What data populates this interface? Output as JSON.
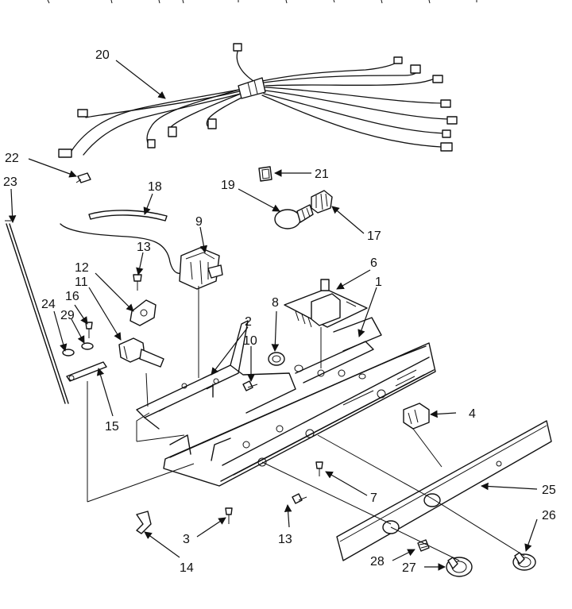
{
  "callouts": [
    {
      "id": "c1",
      "text": "1"
    },
    {
      "id": "c2",
      "text": "2"
    },
    {
      "id": "c3",
      "text": "3"
    },
    {
      "id": "c4",
      "text": "4"
    },
    {
      "id": "c6",
      "text": "6"
    },
    {
      "id": "c7",
      "text": "7"
    },
    {
      "id": "c8",
      "text": "8"
    },
    {
      "id": "c9",
      "text": "9"
    },
    {
      "id": "c10",
      "text": "10"
    },
    {
      "id": "c11",
      "text": "11"
    },
    {
      "id": "c12",
      "text": "12"
    },
    {
      "id": "c13a",
      "text": "13"
    },
    {
      "id": "c13b",
      "text": "13"
    },
    {
      "id": "c14",
      "text": "14"
    },
    {
      "id": "c15",
      "text": "15"
    },
    {
      "id": "c16",
      "text": "16"
    },
    {
      "id": "c17",
      "text": "17"
    },
    {
      "id": "c18",
      "text": "18"
    },
    {
      "id": "c19",
      "text": "19"
    },
    {
      "id": "c20",
      "text": "20"
    },
    {
      "id": "c21",
      "text": "21"
    },
    {
      "id": "c22",
      "text": "22"
    },
    {
      "id": "c23",
      "text": "23"
    },
    {
      "id": "c24",
      "text": "24"
    },
    {
      "id": "c25",
      "text": "25"
    },
    {
      "id": "c26",
      "text": "26"
    },
    {
      "id": "c27",
      "text": "27"
    },
    {
      "id": "c28",
      "text": "28"
    },
    {
      "id": "c29",
      "text": "29"
    }
  ]
}
